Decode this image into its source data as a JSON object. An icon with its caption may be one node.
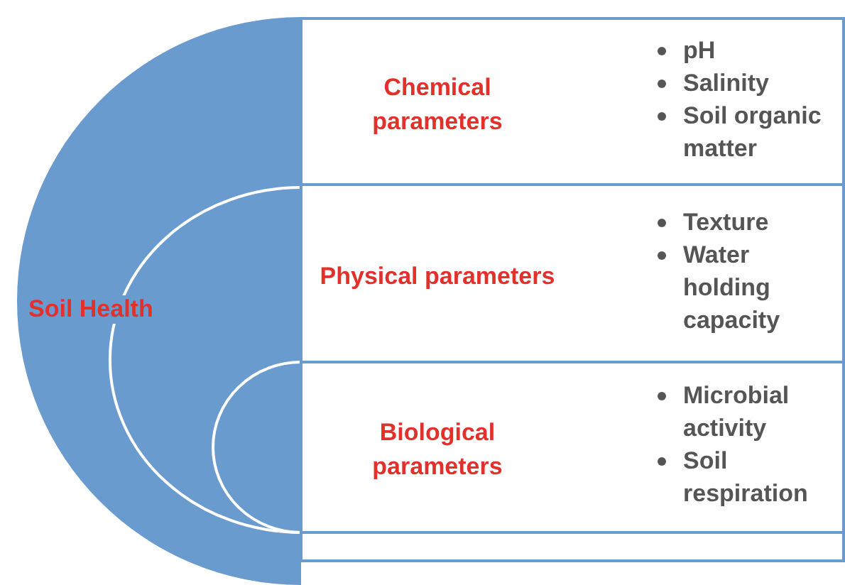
{
  "diagram": {
    "nodes": [
      {
        "text": [
          "Soil Health"
        ]
      },
      {
        "text": [
          "Chemical parameters",
          "pH",
          "Salinity",
          "Soil organic matter"
        ]
      },
      {
        "text": [
          "Physical parameters",
          "Texture",
          "Water holding capacity"
        ]
      },
      {
        "text": [
          "Biological parameters",
          "Microbial activity",
          "Soil respiration"
        ]
      },
      {
        "text": [],
        "shape": "box"
      }
    ]
  }
}
